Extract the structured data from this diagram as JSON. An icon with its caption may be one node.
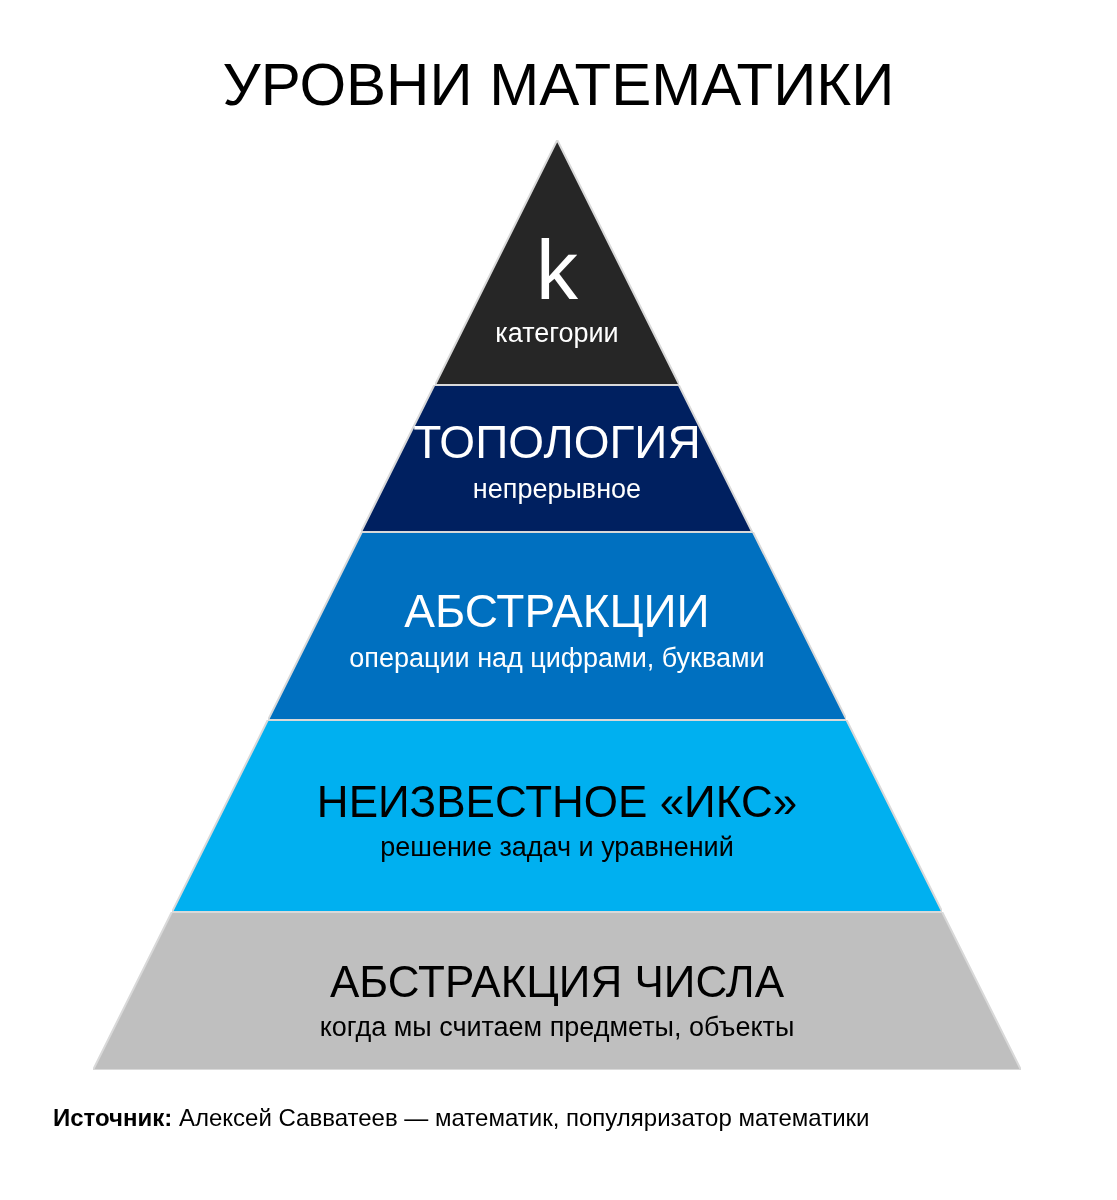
{
  "diagram": {
    "title": "УРОВНИ МАТЕМАТИКИ",
    "caption": "**Источник:** Алексей Савватеев — математик, популяризатор математики",
    "nodes": [
      {
        "text": [
          "k",
          "категории"
        ]
      },
      {
        "text": [
          "ТОПОЛОГИЯ",
          "непрерывное"
        ]
      },
      {
        "text": [
          "АБСТРАКЦИИ",
          "операции над цифрами, буквами"
        ]
      },
      {
        "text": [
          "НЕИЗВЕСТНОЕ «ИКС»",
          "решение задач и уравнений"
        ]
      },
      {
        "text": [
          "АБСТРАКЦИЯ ЧИСЛА",
          "когда мы считаем предметы, объекты"
        ]
      }
    ]
  }
}
